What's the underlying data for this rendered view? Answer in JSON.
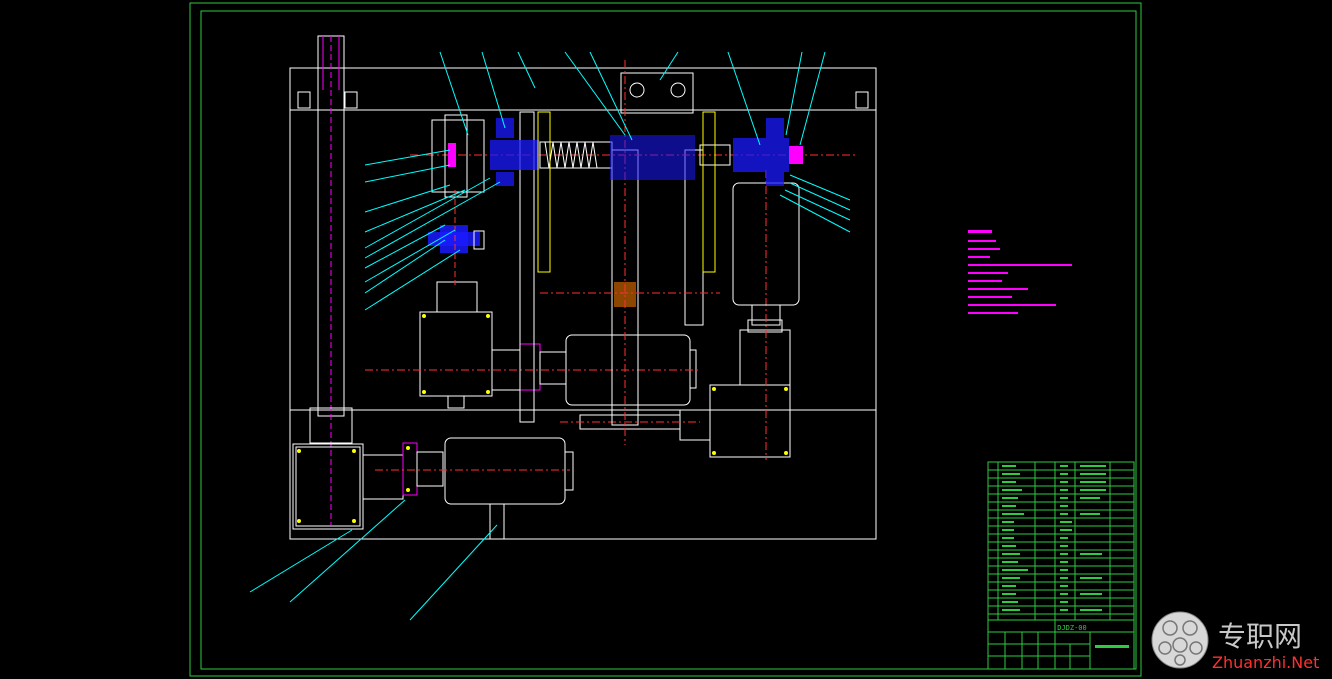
{
  "colors": {
    "background": "#000000",
    "frame": "#2ecc40",
    "lines": "#ffffff",
    "accent_yellow": "#ffff00",
    "accent_magenta": "#ff00ff",
    "accent_cyan": "#00ffff",
    "accent_blue": "#1a1aff",
    "center_red": "#ff3030"
  },
  "drawing": {
    "drawing_number": "DJDZ-00"
  },
  "watermark": {
    "cn_text": "专职网",
    "url_text": "Zhuanzhi.Net"
  }
}
